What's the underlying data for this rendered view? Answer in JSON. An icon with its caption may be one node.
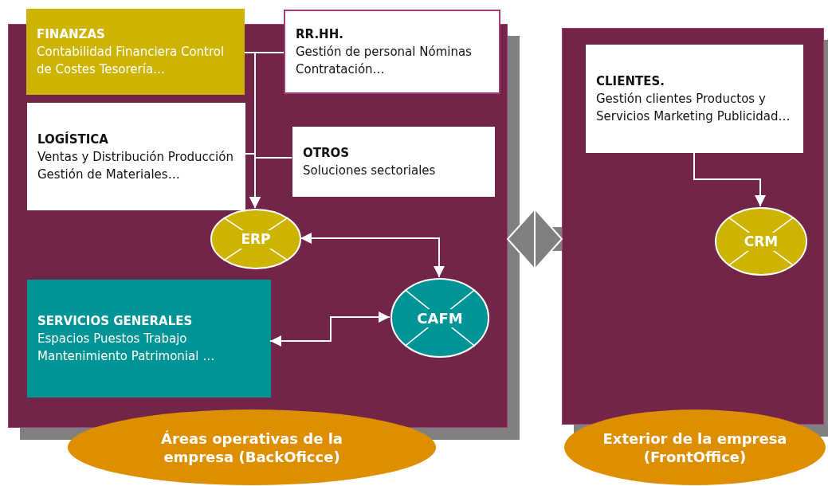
{
  "diagram": {
    "nodes": [
      {
        "text": [],
        "shape": "box"
      },
      {
        "text": [
          "FINANZAS",
          "Contabilidad Financiera Control de Costes Tesorería…"
        ]
      },
      {
        "text": [
          "RR.HH.",
          "Gestión de personal Nóminas Contratación…"
        ]
      },
      {
        "text": [
          "LOGÍSTICA",
          "Ventas y Distribución Producción Gestión de Materiales…"
        ],
        "in": 0
      },
      {
        "text": [
          "OTROS",
          "Soluciones sectoriales"
        ],
        "in": 0
      },
      {
        "text": [
          "ERP"
        ],
        "in": 0
      },
      {
        "text": [
          "SERVICIOS GENERALES",
          "Espacios Puestos Trabajo Mantenimiento Patrimonial …"
        ],
        "in": 0
      },
      {
        "text": [
          "CAFM"
        ],
        "in": 0
      },
      {
        "text": [],
        "shape": "box"
      },
      {
        "text": [
          "CLIENTES.",
          "Gestión clientes Productos y Servicios Marketing Publicidad…"
        ],
        "in": 8
      },
      {
        "text": [
          "CRM"
        ],
        "in": 8
      },
      {
        "text": [
          "Áreas operativas de la empresa (BackOficce)"
        ]
      },
      {
        "text": [
          "Exterior de la empresa (FrontOffice)"
        ]
      }
    ],
    "edges": [
      {
        "from": 1,
        "to": 5,
        "arrow": "to"
      },
      {
        "from": 2,
        "to": 5,
        "arrow": "to"
      },
      {
        "from": 3,
        "to": 5,
        "arrow": "to"
      },
      {
        "from": 4,
        "to": 5,
        "arrow": "to"
      },
      {
        "from": 5,
        "to": 7,
        "arrow": "both"
      },
      {
        "from": 6,
        "to": 7,
        "arrow": "both"
      },
      {
        "from": 9,
        "to": 10,
        "arrow": "to"
      },
      {
        "from": 0,
        "to": 8,
        "arrow": "both",
        "style": "thick",
        "color": "#808080"
      }
    ]
  }
}
